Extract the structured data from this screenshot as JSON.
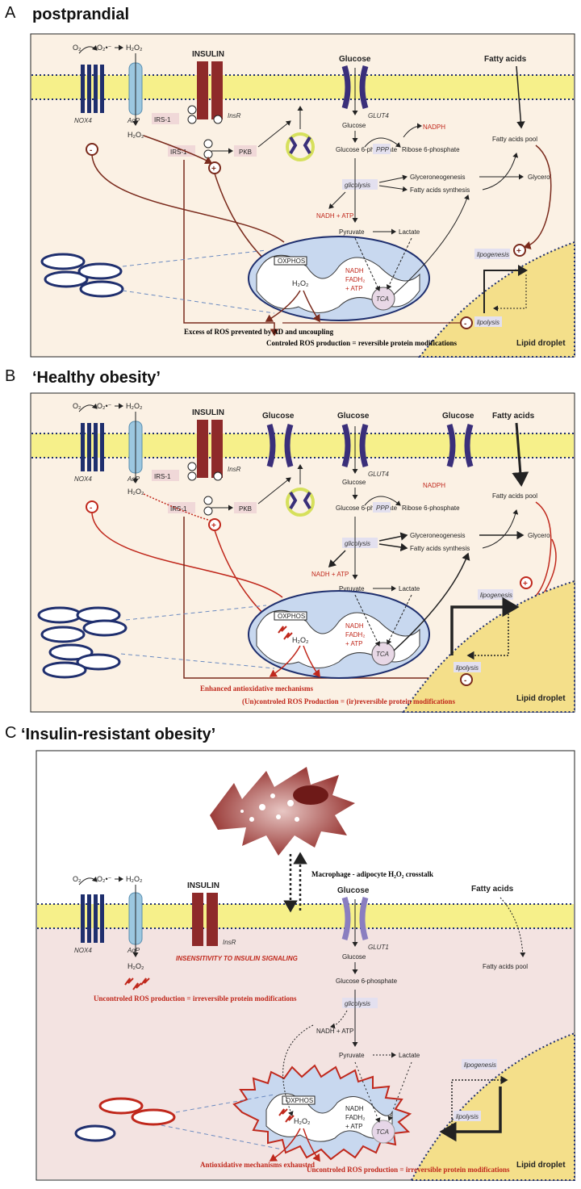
{
  "panels": {
    "a": {
      "letter": "A",
      "title": "postprandial",
      "o2": "O₂",
      "o2rad": "O₂•⁻",
      "h2o2_top": "H₂O₂",
      "insulin": "INSULIN",
      "nox4": "NOX4",
      "aqp": "AqP",
      "insr": "InsR",
      "irs1_top": "IRS-1",
      "h2o2_mid": "H₂O₂",
      "irs1_mid": "IRS-1",
      "pkb": "PKB",
      "glucose_top": "Glucose",
      "glut4": "GLUT4",
      "glucose_in": "Glucose",
      "g6p": "Glucose 6-phosphate",
      "ppp": "PPP",
      "nadph": "NADPH",
      "ribose": "Ribose 6-phosphate",
      "glicolysis": "glicolysis",
      "glyceroneo": "Glyceroneogenesis",
      "fas": "Fatty acids synthesis",
      "glycerol": "Glycerol",
      "fa_top": "Fatty acids",
      "fa_pool": "Fatty acids pool",
      "nadh_atp": "NADH + ATP",
      "pyruvate": "Pyruvate",
      "lactate": "Lactate",
      "oxphos": "OXPHOS",
      "nadh_mito": "NADH",
      "fadh2": "FADH₂",
      "atp_mito": "+ ATP",
      "h2o2_mito": "H₂O₂",
      "tca": "TCA",
      "lipogenesis": "lipogenesis",
      "lipolysis": "lipolysis",
      "lipid_droplet": "Lipid droplet",
      "ros_prevented": "Excess of ROS prevented by AD and uncoupling",
      "ros_controlled": "Controled ROS production = reversible protein modifications"
    },
    "b": {
      "letter": "B",
      "title": "‘Healthy obesity’",
      "o2": "O₂",
      "o2rad": "O₂•⁻",
      "h2o2_top": "H₂O₂",
      "insulin": "INSULIN",
      "nox4": "NOX4",
      "aqp": "AqP",
      "insr": "InsR",
      "irs1_top": "IRS-1",
      "h2o2_mid": "H₂O₂",
      "irs1_mid": "IRS-1",
      "pkb": "PKB",
      "glucose1": "Glucose",
      "glucose2": "Glucose",
      "glucose3": "Glucose",
      "glut4": "GLUT4",
      "glucose_in": "Glucose",
      "g6p": "Glucose 6-phosphate",
      "ppp": "PPP",
      "nadph": "NADPH",
      "ribose": "Ribose 6-phosphate",
      "glicolysis": "glicolysis",
      "glyceroneo": "Glyceroneogenesis",
      "fas": "Fatty acids synthesis",
      "glycerol": "Glycerol",
      "fa_top": "Fatty acids",
      "fa_pool": "Fatty acids pool",
      "nadh_atp": "NADH + ATP",
      "pyruvate": "Pyruvate",
      "lactate": "Lactate",
      "oxphos": "OXPHOS",
      "nadh_mito": "NADH",
      "fadh2": "FADH₂",
      "atp_mito": "+ ATP",
      "h2o2_mito": "H₂O₂",
      "tca": "TCA",
      "lipogenesis": "lipogenesis",
      "lipolysis": "lipolysis",
      "lipid_droplet": "Lipid droplet",
      "enhanced": "Enhanced antioxidative mechanisms",
      "unctrl": "(Un)controled ROS Production = (ir)reversible protein modifications"
    },
    "c": {
      "letter": "C",
      "title": "‘Insulin-resistant obesity’",
      "crosstalk": "Macrophage - adipocyte H₂O₂ crosstalk",
      "o2": "O₂",
      "o2rad": "O₂•⁻",
      "h2o2_top": "H₂O₂",
      "insulin": "INSULIN",
      "nox4": "NOX4",
      "aqp": "AqP",
      "insr": "InsR",
      "insensitivity": "INSENSITIVITY TO INSULIN SIGNALING",
      "h2o2_mid": "H₂O₂",
      "unctrl_left": "Uncontroled ROS production = irreversible protein modifications",
      "glucose_top": "Glucose",
      "glut1": "GLUT1",
      "glucose_in": "Glucose",
      "g6p": "Glucose 6-phosphate",
      "glicolysis": "glicolysis",
      "fa_top": "Fatty acids",
      "fa_pool": "Fatty acids pool",
      "nadh_atp": "NADH + ATP",
      "pyruvate": "Pyruvate",
      "lactate": "Lactate",
      "oxphos": "OXPHOS",
      "nadh_mito": "NADH",
      "fadh2": "FADH₂",
      "atp_mito": "+ ATP",
      "h2o2_mito": "H₂O₂",
      "tca": "TCA",
      "lipogenesis": "lipogenesis",
      "lipolysis": "lipolysis",
      "lipid_droplet": "Lipid droplet",
      "exhausted": "Antioxidative mechanisms exhausted",
      "unctrl_bottom": "Uncontroled ROS production = irreversible protein modifications"
    }
  },
  "colors": {
    "membrane": "#f6f08a",
    "cytoplasm": "#fbf1e4",
    "cytoplasm_c": "#f3e3e1",
    "nox4": "#1f2f6e",
    "aqp": "#9cc7e0",
    "insr": "#8e2a2a",
    "glut": "#3a2f7a",
    "mito": "#c8d8ef",
    "droplet": "#f4df8a",
    "red_arrow": "#c0281c",
    "brown_arrow": "#7a2a1c"
  }
}
